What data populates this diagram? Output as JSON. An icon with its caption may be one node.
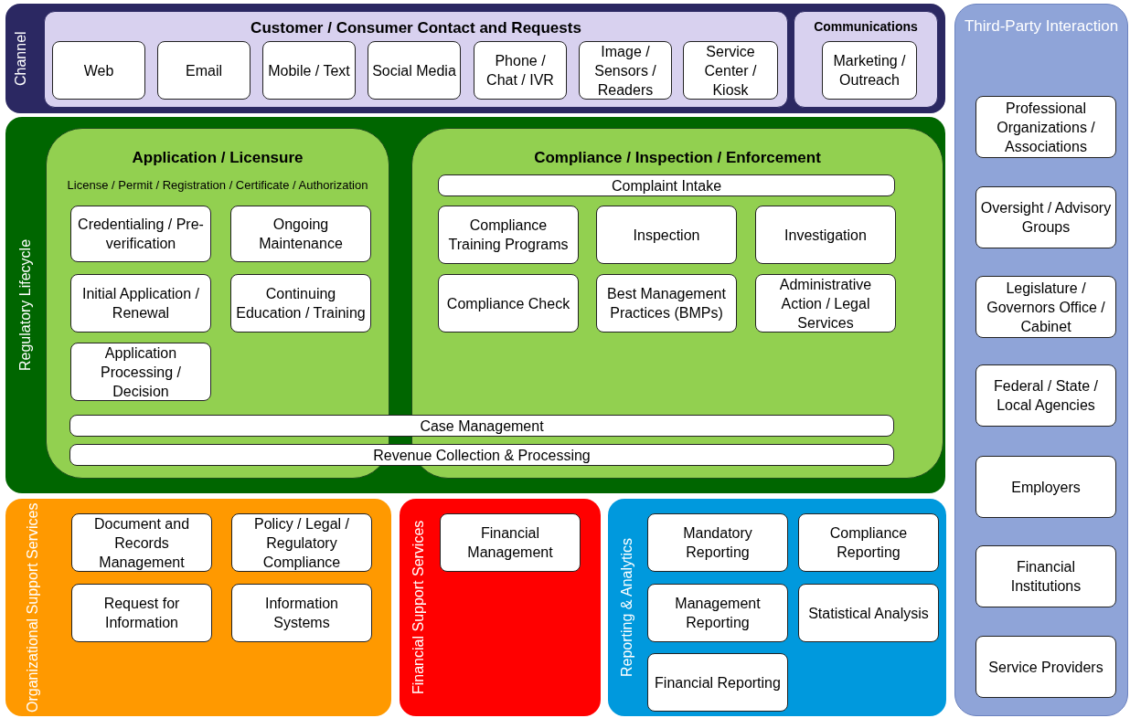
{
  "diagram": {
    "nodes": [
      {
        "text": [
          "Channel"
        ]
      },
      {
        "text": [
          "Customer / Consumer Contact and Requests"
        ],
        "in": 0
      },
      {
        "text": [
          "Web"
        ],
        "in": 1
      },
      {
        "text": [
          "Email"
        ],
        "in": 1
      },
      {
        "text": [
          "Mobile / Text"
        ],
        "in": 1
      },
      {
        "text": [
          "Social Media"
        ],
        "in": 1
      },
      {
        "text": [
          "Phone / Chat / IVR"
        ],
        "in": 1
      },
      {
        "text": [
          "Image / Sensors / Readers"
        ],
        "in": 1
      },
      {
        "text": [
          "Service Center / Kiosk"
        ],
        "in": 1
      },
      {
        "text": [
          "Communications"
        ],
        "in": 0
      },
      {
        "text": [
          "Marketing / Outreach"
        ],
        "in": 9
      },
      {
        "text": [
          "Regulatory Lifecycle"
        ]
      },
      {
        "text": [
          "Application / Licensure",
          "License / Permit / Registration / Certificate / Authorization"
        ],
        "in": 11
      },
      {
        "text": [
          "Credentialing / Pre-verification"
        ],
        "in": 12
      },
      {
        "text": [
          "Ongoing Maintenance"
        ],
        "in": 12
      },
      {
        "text": [
          "Initial Application / Renewal"
        ],
        "in": 12
      },
      {
        "text": [
          "Continuing Education / Training"
        ],
        "in": 12
      },
      {
        "text": [
          "Application Processing / Decision"
        ],
        "in": 12
      },
      {
        "text": [
          "Compliance / Inspection / Enforcement"
        ],
        "in": 11
      },
      {
        "text": [
          "Complaint Intake"
        ],
        "in": 18
      },
      {
        "text": [
          "Compliance Training Programs"
        ],
        "in": 18
      },
      {
        "text": [
          "Inspection"
        ],
        "in": 18
      },
      {
        "text": [
          "Investigation"
        ],
        "in": 18
      },
      {
        "text": [
          "Compliance Check"
        ],
        "in": 18
      },
      {
        "text": [
          "Best Management Practices (BMPs)"
        ],
        "in": 18
      },
      {
        "text": [
          "Administrative Action / Legal Services"
        ],
        "in": 18
      },
      {
        "text": [
          "Case Management"
        ],
        "in": 11
      },
      {
        "text": [
          "Revenue Collection & Processing"
        ],
        "in": 11
      },
      {
        "text": [
          "Organizational Support Services"
        ]
      },
      {
        "text": [
          "Document and Records Management"
        ],
        "in": 28
      },
      {
        "text": [
          "Policy / Legal / Regulatory Compliance"
        ],
        "in": 28
      },
      {
        "text": [
          "Request for Information"
        ],
        "in": 28
      },
      {
        "text": [
          "Information Systems"
        ],
        "in": 28
      },
      {
        "text": [
          "Financial Support Services"
        ]
      },
      {
        "text": [
          "Financial Management"
        ],
        "in": 33
      },
      {
        "text": [
          "Reporting & Analytics"
        ]
      },
      {
        "text": [
          "Mandatory Reporting"
        ],
        "in": 35
      },
      {
        "text": [
          "Compliance Reporting"
        ],
        "in": 35
      },
      {
        "text": [
          "Management Reporting"
        ],
        "in": 35
      },
      {
        "text": [
          "Statistical Analysis"
        ],
        "in": 35
      },
      {
        "text": [
          "Financial Reporting"
        ],
        "in": 35
      },
      {
        "text": [
          "Third-Party Interaction"
        ]
      },
      {
        "text": [
          "Professional Organizations / Associations"
        ],
        "in": 41
      },
      {
        "text": [
          "Oversight / Advisory Groups"
        ],
        "in": 41
      },
      {
        "text": [
          "Legislature / Governors Office / Cabinet"
        ],
        "in": 41
      },
      {
        "text": [
          "Federal / State / Local Agencies"
        ],
        "in": 41
      },
      {
        "text": [
          "Employers"
        ],
        "in": 41
      },
      {
        "text": [
          "Financial Institutions"
        ],
        "in": 41
      },
      {
        "text": [
          "Service Providers"
        ],
        "in": 41
      }
    ]
  }
}
